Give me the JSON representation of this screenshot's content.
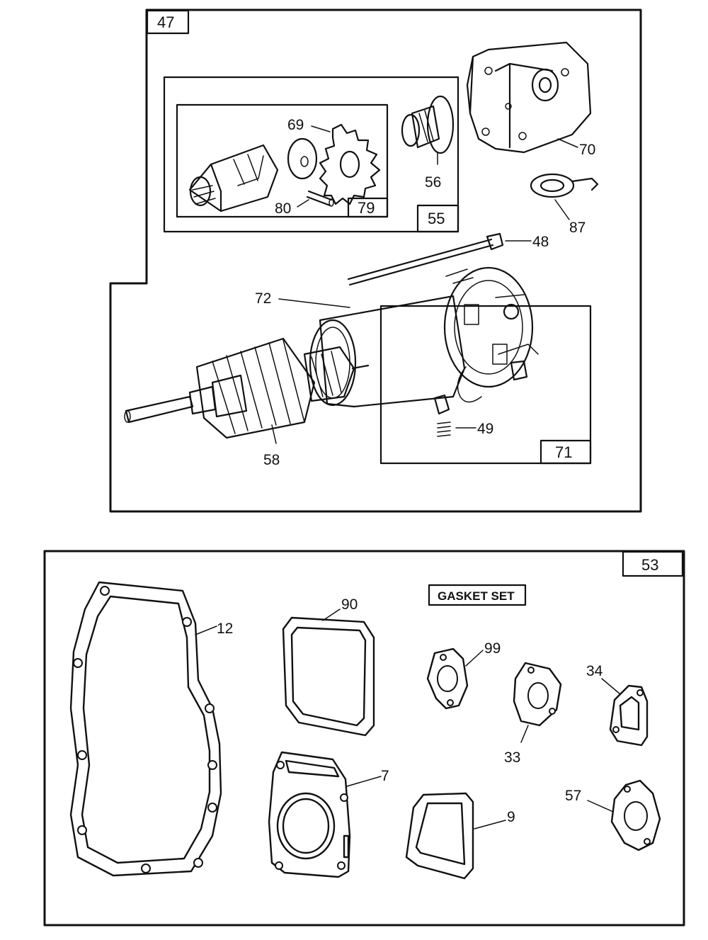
{
  "starter_panel": {
    "group_label": "47",
    "drive_box_label": "55",
    "pinion_box_label": "79",
    "brush_box_label": "71"
  },
  "gasket_panel": {
    "group_label": "53",
    "title": "GASKET SET"
  },
  "part_labels": {
    "p69": "69",
    "p56": "56",
    "p70": "70",
    "p80": "80",
    "p87": "87",
    "p48": "48",
    "p72": "72",
    "p49": "49",
    "p58": "58",
    "p90": "90",
    "p12": "12",
    "p99": "99",
    "p34": "34",
    "p33": "33",
    "p7": "7",
    "p9": "9",
    "p57": "57"
  }
}
